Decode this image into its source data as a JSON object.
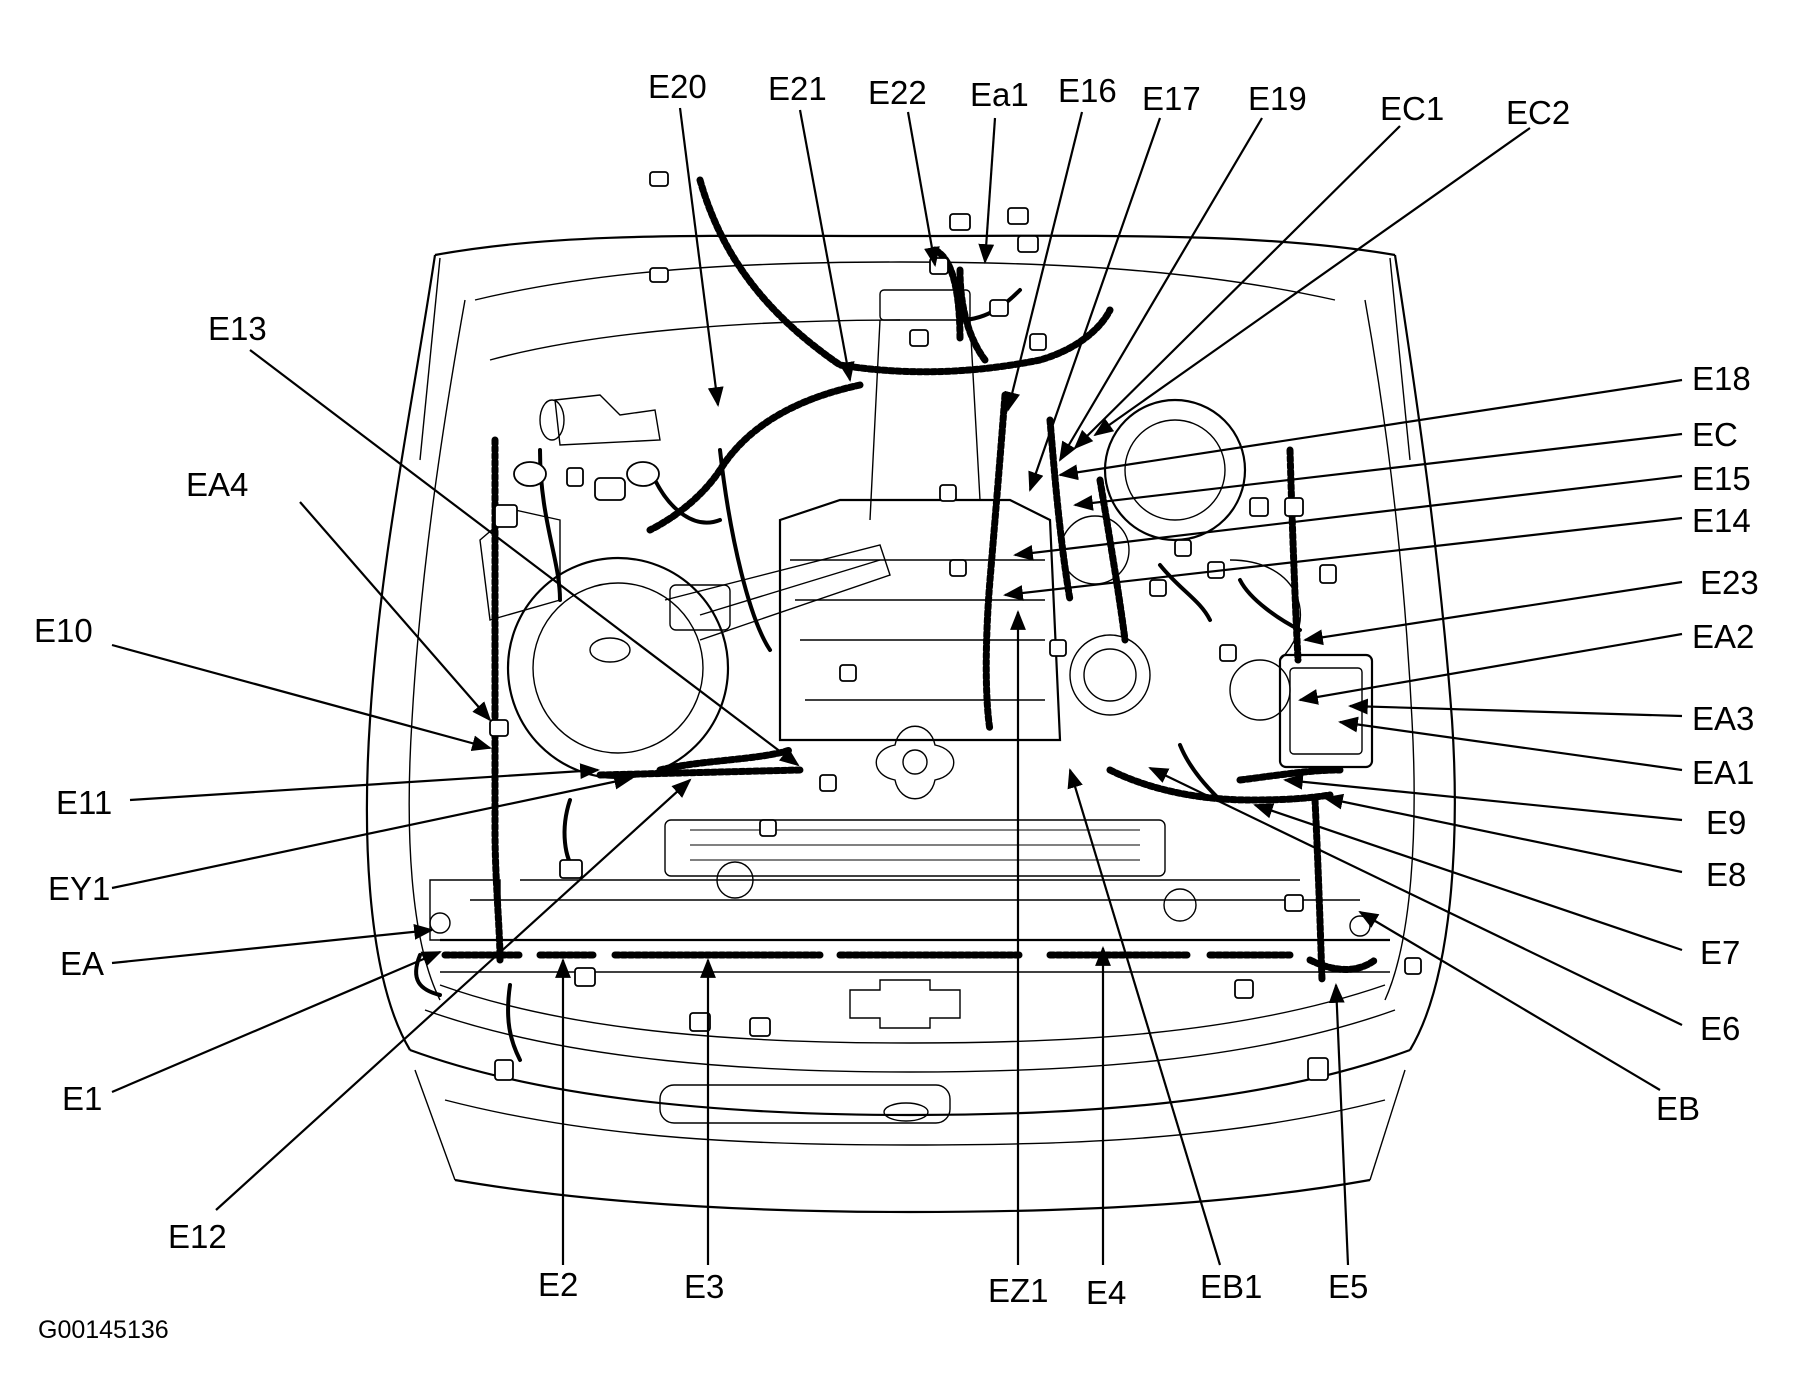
{
  "figure_code": "G00145136",
  "labels": [
    "E20",
    "E21",
    "E22",
    "Ea1",
    "E16",
    "E17",
    "E19",
    "EC1",
    "EC2",
    "E13",
    "EA4",
    "E10",
    "E11",
    "EY1",
    "EA",
    "E1",
    "E12",
    "E18",
    "EC",
    "E15",
    "E14",
    "E23",
    "EA2",
    "EA3",
    "EA1",
    "E9",
    "E8",
    "E7",
    "E6",
    "EB",
    "E2",
    "E3",
    "EZ1",
    "E4",
    "EB1",
    "E5"
  ],
  "colors": {
    "ink": "#000000",
    "paper": "#ffffff"
  }
}
